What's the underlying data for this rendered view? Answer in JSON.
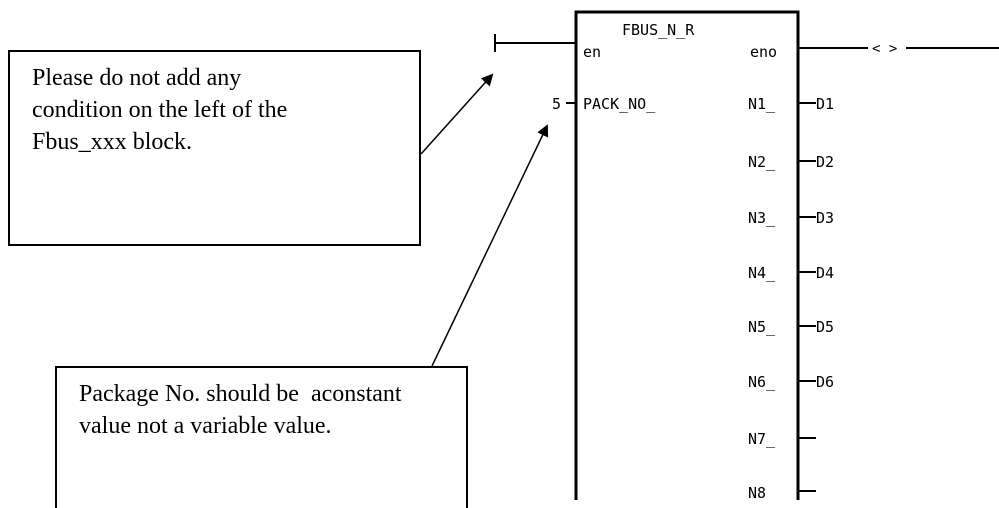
{
  "block": {
    "name": "FBUS_N_R",
    "inputs": {
      "en": "en",
      "pack_no": "PACK_NO_"
    },
    "outputs": {
      "eno": "eno",
      "n1": "N1_",
      "n2": "N2_",
      "n3": "N3_",
      "n4": "N4_",
      "n5": "N5_",
      "n6": "N6_",
      "n7": "N7_",
      "n8": "N8"
    },
    "pack_no_constant": "5",
    "output_vars": [
      "D1",
      "D2",
      "D3",
      "D4",
      "D5",
      "D6"
    ],
    "coil_glyph": "< >"
  },
  "callouts": {
    "condition": {
      "lines": [
        "Please do not add any",
        "condition on the left of the",
        "Fbus_xxx block."
      ]
    },
    "package": {
      "lines": [
        "Package No. should be  aconstant",
        "value not a variable value."
      ]
    }
  },
  "colors": {
    "line": "#000000",
    "background": "#ffffff"
  }
}
